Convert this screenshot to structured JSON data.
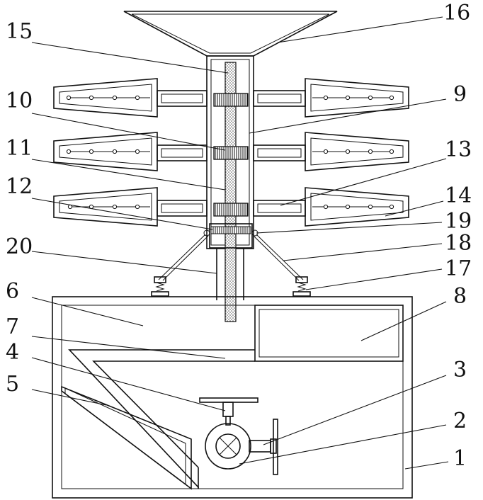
{
  "figure": {
    "labels": [
      "1",
      "2",
      "3",
      "4",
      "5",
      "6",
      "7",
      "8",
      "9",
      "10",
      "11",
      "12",
      "13",
      "14",
      "15",
      "16",
      "17",
      "18",
      "19",
      "20"
    ]
  }
}
